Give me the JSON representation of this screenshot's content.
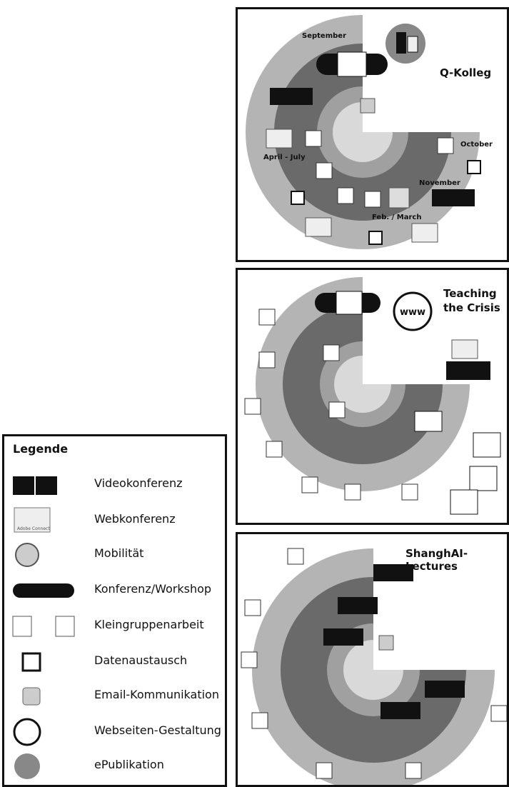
{
  "panels": {
    "qkolleg": {
      "title": "Q-Kolleg",
      "months": {
        "september": "September",
        "october": "October",
        "november": "November",
        "feb_march": "Feb. / March",
        "april_july": "April - July"
      }
    },
    "teaching": {
      "title_line1": "Teaching",
      "title_line2": "the Crisis"
    },
    "shanghai": {
      "title": "ShanghAI-Lectures"
    }
  },
  "legend": {
    "title": "Legende",
    "items": [
      {
        "label": "Videokonferenz",
        "icon": "videoconference-icon"
      },
      {
        "label": "Webkonferenz",
        "icon": "webconference-icon"
      },
      {
        "label": "Mobilität",
        "icon": "mobility-icon"
      },
      {
        "label": "Konferenz/Workshop",
        "icon": "conference-table-icon"
      },
      {
        "label": "Kleingruppenarbeit",
        "icon": "small-group-icon"
      },
      {
        "label": "Datenaustausch",
        "icon": "data-exchange-icon"
      },
      {
        "label": "Email-Kommunikation",
        "icon": "email-icon"
      },
      {
        "label": "Webseiten-Gestaltung",
        "icon": "www-globe-icon"
      },
      {
        "label": "ePublikation",
        "icon": "epublication-icon"
      }
    ],
    "webconf_caption": "Adobe Connect"
  },
  "colors": {
    "outer_ring": "#b4b4b4",
    "middle_ring": "#6a6a6a",
    "inner_ring": "#a0a0a0",
    "core": "#d9d9d9",
    "dark": "#111111"
  }
}
